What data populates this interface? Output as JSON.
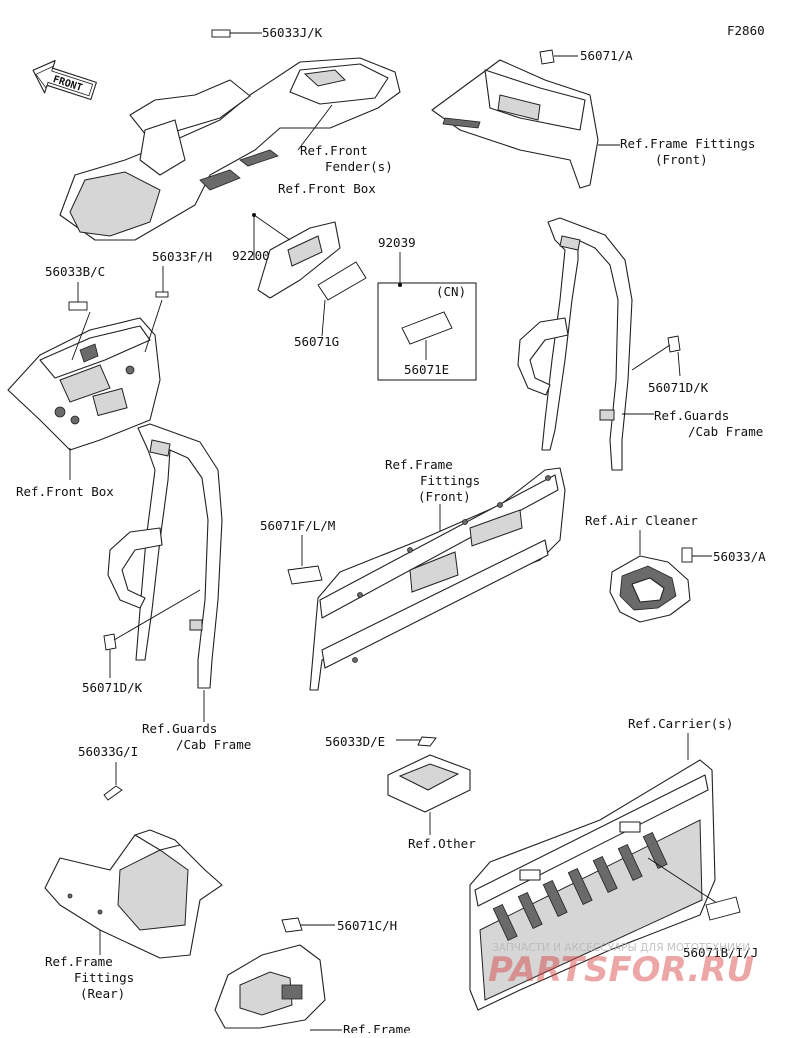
{
  "figure_code": "F2860",
  "front_badge": "FRONT",
  "labels": {
    "p56033jk": "56033J/K",
    "ref_front_fender": [
      "Ref.Front",
      "Fender(s)"
    ],
    "ref_front_box_top": "Ref.Front Box",
    "p92200": "92200",
    "p92039": "92039",
    "cn": "(CN)",
    "p56071g": "56071G",
    "p56071e": "56071E",
    "p56033bc": "56033B/C",
    "p56033fh": "56033F/H",
    "ref_front_box": "Ref.Front Box",
    "p56071a": "56071/A",
    "ref_frame_fittings_front_top": [
      "Ref.Frame Fittings",
      "(Front)"
    ],
    "p56071dk_right": "56071D/K",
    "ref_guards_right": [
      "Ref.Guards",
      "/Cab Frame"
    ],
    "ref_frame_fittings_front_mid": [
      "Ref.Frame",
      "Fittings",
      "(Front)"
    ],
    "p56071flm": "56071F/L/M",
    "ref_air_cleaner": "Ref.Air Cleaner",
    "p56033a": "56033/A",
    "p56071dk_left": "56071D/K",
    "ref_guards_left": [
      "Ref.Guards",
      "/Cab Frame"
    ],
    "p56033de": "56033D/E",
    "ref_other": "Ref.Other",
    "p56033gi": "56033G/I",
    "ref_carriers": "Ref.Carrier(s)",
    "ref_frame_fittings_rear": [
      "Ref.Frame",
      "Fittings",
      "(Rear)"
    ],
    "p56071ch": "56071C/H",
    "ref_frame": "Ref.Frame",
    "p56071bij": "56071B/I/J"
  },
  "watermark": {
    "tagline": "ЗАПЧАСТИ И АКСЕССУАРЫ ДЛЯ МОТОТЕХНИКИ",
    "brand": "PARTSFOR.RU",
    "color": "#d94040"
  }
}
